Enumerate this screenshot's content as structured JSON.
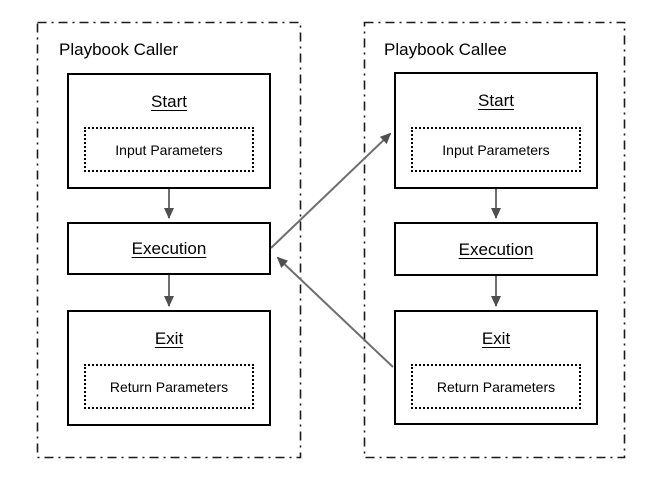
{
  "diagram": {
    "caller": {
      "title": "Playbook Caller",
      "start": {
        "title": "Start",
        "param": "Input Parameters"
      },
      "execution": {
        "title": "Execution"
      },
      "exit": {
        "title": "Exit",
        "param": "Return Parameters"
      }
    },
    "callee": {
      "title": "Playbook Callee",
      "start": {
        "title": "Start",
        "param": "Input Parameters"
      },
      "execution": {
        "title": "Execution"
      },
      "exit": {
        "title": "Exit",
        "param": "Return Parameters"
      }
    },
    "edges": [
      {
        "from": "caller-start",
        "to": "caller-execution"
      },
      {
        "from": "caller-execution",
        "to": "caller-exit"
      },
      {
        "from": "callee-start",
        "to": "callee-execution"
      },
      {
        "from": "callee-execution",
        "to": "callee-exit"
      },
      {
        "from": "caller-execution",
        "to": "callee-start",
        "meaning": "call"
      },
      {
        "from": "callee-exit",
        "to": "caller-execution",
        "meaning": "return"
      }
    ],
    "colors": {
      "background": "#ffffff",
      "box_border": "#000000",
      "container_border": "#1a1a1a",
      "arrow_line": "#6e6e6e",
      "arrow_head": "#4f4f4f",
      "text": "#000000"
    }
  }
}
